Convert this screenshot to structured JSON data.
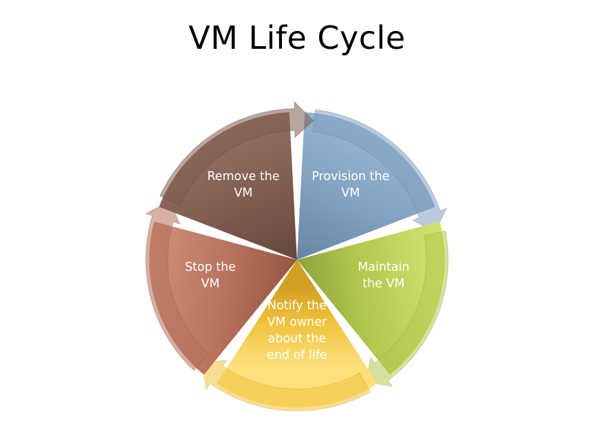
{
  "title": "VM Life Cycle",
  "segments": [
    {
      "id": "provision",
      "lines": [
        "Provision the",
        "VM"
      ],
      "color": "#7f9fbf",
      "light": "#a6c0dc",
      "dark": "#5e7c9c"
    },
    {
      "id": "maintain",
      "lines": [
        "Maintain",
        "the VM"
      ],
      "color": "#b2c84e",
      "light": "#d0e06f",
      "dark": "#8aa33a"
    },
    {
      "id": "notify",
      "lines": [
        "Notify the",
        "VM owner",
        "about the",
        "end of life"
      ],
      "color": "#f0c23c",
      "light": "#fde07d",
      "dark": "#d29f24"
    },
    {
      "id": "stop",
      "lines": [
        "Stop the",
        "VM"
      ],
      "color": "#b5705a",
      "light": "#cd8d78",
      "dark": "#935440"
    },
    {
      "id": "remove",
      "lines": [
        "Remove the",
        "VM"
      ],
      "color": "#7d5c4e",
      "light": "#9d7a6a",
      "dark": "#5c3f33"
    }
  ]
}
